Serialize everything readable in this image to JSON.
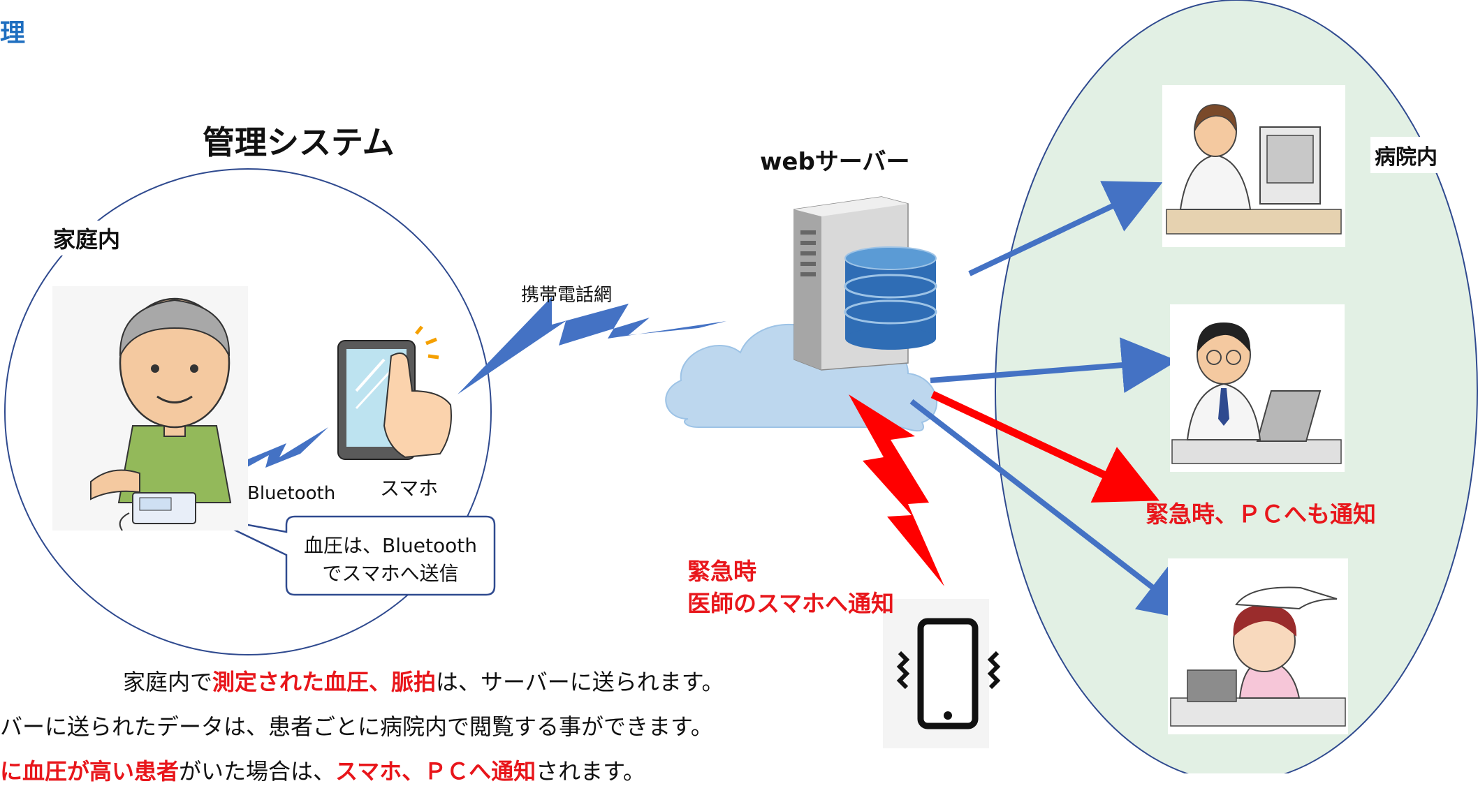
{
  "titles": {
    "corner": "理",
    "system": "管理システム"
  },
  "labels": {
    "home": "家庭内",
    "server": "webサーバー",
    "hospital": "病院内",
    "network": "携帯電話網",
    "bluetooth": "Bluetooth",
    "smartphone": "スマホ"
  },
  "callout": {
    "line1": "血圧は、Bluetooth",
    "line2": "でスマホへ送信"
  },
  "emergency": {
    "phone_line1": "緊急時",
    "phone_line2": "医師のスマホへ通知",
    "pc": "緊急時、ＰＣへも通知"
  },
  "body": {
    "line1_a": "家庭内で",
    "line1_b": "測定された血圧、脈拍",
    "line1_c": "は、サーバーに送られます。",
    "line2": "バーに送られたデータは、患者ごとに病院内で閲覧する事ができます。",
    "line3_a": "に血圧が高い患者",
    "line3_b": "がいた場合は、",
    "line3_c": "スマホ、ＰＣへ通知",
    "line3_d": "されます。"
  },
  "colors": {
    "blue_arrow": "#4472c4",
    "red_arrow": "#ff0000",
    "hospital_fill": "#e2f0e4",
    "circle_stroke": "#2f4a8f",
    "cloud_fill": "#bdd7ee",
    "title_blue": "#1f6fc0"
  },
  "icons": [
    "senior-patient-icon",
    "smartphone-tap-icon",
    "blood-pressure-monitor-icon",
    "server-tower-icon",
    "database-icon",
    "cloud-icon",
    "doctor-female-icon",
    "doctor-male-icon",
    "nurse-icon",
    "vibrating-phone-icon"
  ]
}
